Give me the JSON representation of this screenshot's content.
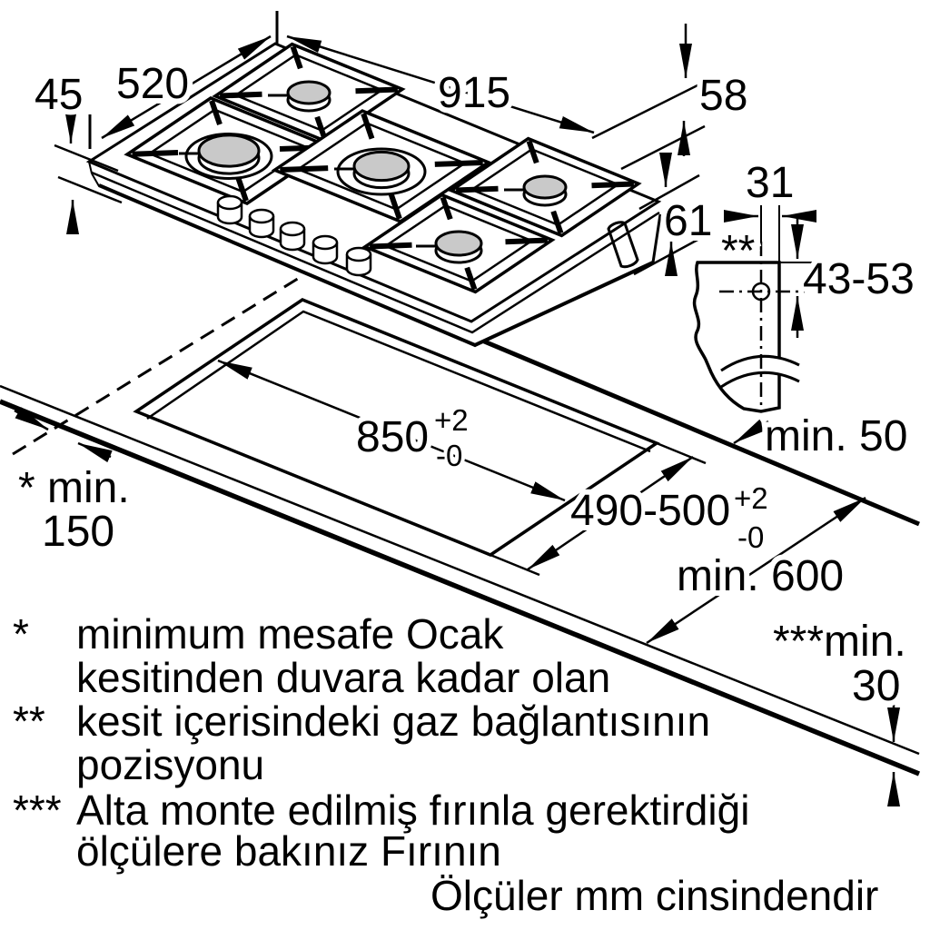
{
  "colors": {
    "ink": "#000000",
    "paper": "#ffffff",
    "burner_cap": "#c9c9c9"
  },
  "dimensions": {
    "hob_height": "45",
    "hob_depth": "520",
    "hob_width": "915",
    "edge_drop": "58",
    "body_height": "61",
    "gas_offset": "31",
    "gas_marker": "**",
    "gas_height_range": "43-53",
    "cutout_width": "850",
    "cutout_width_tol_plus": "+2",
    "cutout_width_tol_minus": "-0",
    "cutout_depth": "490-500",
    "cutout_depth_tol_plus": "+2",
    "cutout_depth_tol_minus": "-0",
    "wall_clearance_label": "* min.",
    "wall_clearance_value": "150",
    "rear_clearance": "min. 50",
    "worktop_depth": "min. 600",
    "under_clearance_label": "***min.",
    "under_clearance_value": "30"
  },
  "footnotes": [
    {
      "marker": "*",
      "line1": "minimum mesafe Ocak",
      "line2": "kesitinden duvara kadar olan"
    },
    {
      "marker": "**",
      "line1": "kesit içerisindeki gaz bağlantısının",
      "line2": "pozisyonu"
    },
    {
      "marker": "***",
      "line1": "Alta monte edilmiş fırınla gerektirdiği",
      "line2": "ölçülere bakınız Fırının"
    }
  ],
  "units_note": "Ölçüler mm cinsindendir"
}
